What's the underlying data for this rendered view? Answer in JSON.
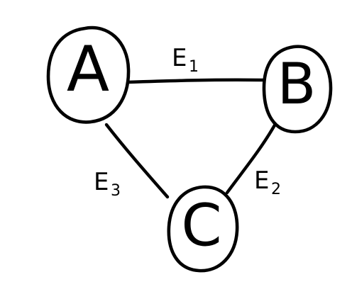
{
  "diagram": {
    "nodes": [
      {
        "id": "A",
        "label": "A"
      },
      {
        "id": "B",
        "label": "B"
      },
      {
        "id": "C",
        "label": "C"
      }
    ],
    "edges": [
      {
        "id": "E1",
        "from": "A",
        "to": "B",
        "label": "E",
        "subscript": "1"
      },
      {
        "id": "E2",
        "from": "B",
        "to": "C",
        "label": "E",
        "subscript": "2"
      },
      {
        "id": "E3",
        "from": "A",
        "to": "C",
        "label": "E",
        "subscript": "3"
      }
    ],
    "colors": {
      "ink": "#000000",
      "paper": "#ffffff"
    }
  }
}
